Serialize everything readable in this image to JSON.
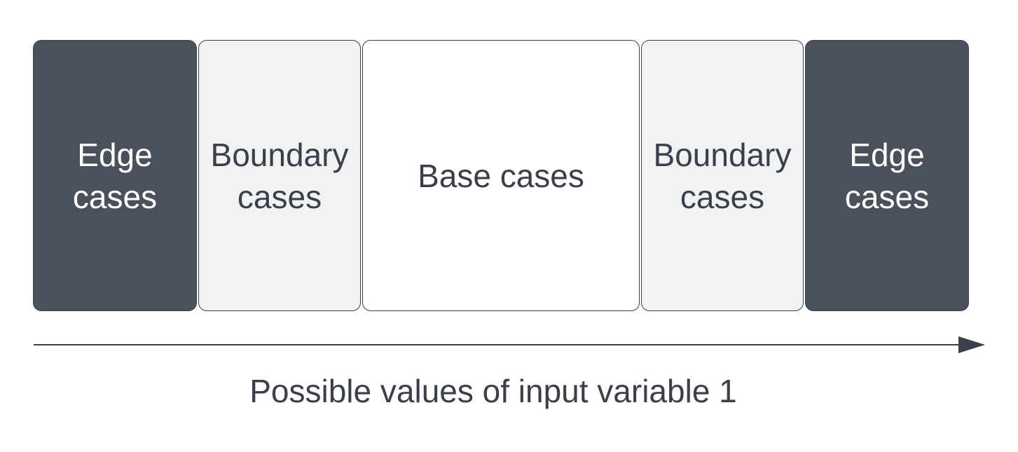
{
  "segments": [
    {
      "label": "Edge\ncases",
      "kind": "edge"
    },
    {
      "label": "Boundary\ncases",
      "kind": "boundary"
    },
    {
      "label": "Base cases",
      "kind": "base"
    },
    {
      "label": "Boundary\ncases",
      "kind": "boundary"
    },
    {
      "label": "Edge\ncases",
      "kind": "edge"
    }
  ],
  "axis": {
    "label": "Possible values of input variable 1"
  },
  "colors": {
    "edge_fill": "#4a515b",
    "boundary_fill": "#f1f2f4",
    "base_fill": "#ffffff",
    "text_dark": "#3a3f4a",
    "text_light": "#ffffff"
  }
}
